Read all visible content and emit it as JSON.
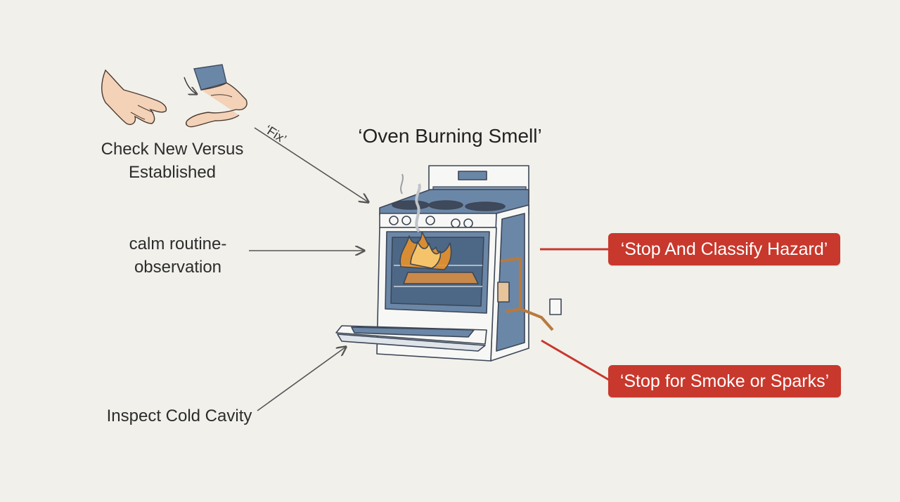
{
  "title": "‘Oven Burning Smell’",
  "annotations": {
    "fix": "‘Fix’"
  },
  "left_labels": {
    "check": [
      "Check New Versus",
      "Established"
    ],
    "routine": [
      "calm routine-",
      "observation"
    ],
    "inspect": "Inspect Cold Cavity"
  },
  "right_badges": {
    "hazard": "‘Stop And Classify Hazard’",
    "smoke": "‘Stop for Smoke or Sparks’"
  },
  "colors": {
    "background": "#f1f0eb",
    "badge": "#c8382c",
    "arrow": "#555555",
    "hazard_line": "#c8382c",
    "oven_blue": "#6b87a8",
    "oven_white": "#f7f7f5",
    "flame": "#e8922c",
    "copper": "#b87a3c"
  },
  "icons": {
    "hands": "hands-icon",
    "oven": "gas-range-oven-icon"
  }
}
